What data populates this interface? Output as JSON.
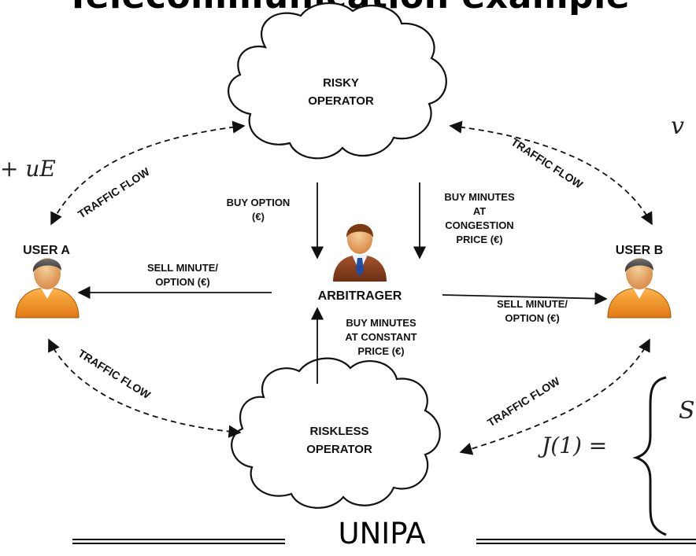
{
  "title": "Telecommunication example",
  "footer": "UNIPA",
  "nodes": {
    "risky_operator": [
      "RISKY",
      "OPERATOR"
    ],
    "riskless_operator": [
      "RISKLESS",
      "OPERATOR"
    ],
    "arbitrager": "ARBITRAGER",
    "user_a": "USER A",
    "user_b": "USER B"
  },
  "edges": {
    "traffic_flow": "TRAFFIC FLOW",
    "buy_option": [
      "BUY OPTION",
      "(€)"
    ],
    "buy_minutes_congestion": [
      "BUY MINUTES",
      "AT",
      "CONGESTION",
      "PRICE (€)"
    ],
    "sell_minute_a": [
      "SELL MINUTE/",
      "OPTION (€)"
    ],
    "sell_minute_b": [
      "SELL MINUTE/",
      "OPTION (€)"
    ],
    "buy_minutes_constant": [
      "BUY MINUTES",
      "AT CONSTANT",
      "PRICE (€)"
    ]
  },
  "math_fragments": {
    "left": "+ uE",
    "right_v": "v",
    "right_s": "S",
    "j1": "J(1) ="
  }
}
